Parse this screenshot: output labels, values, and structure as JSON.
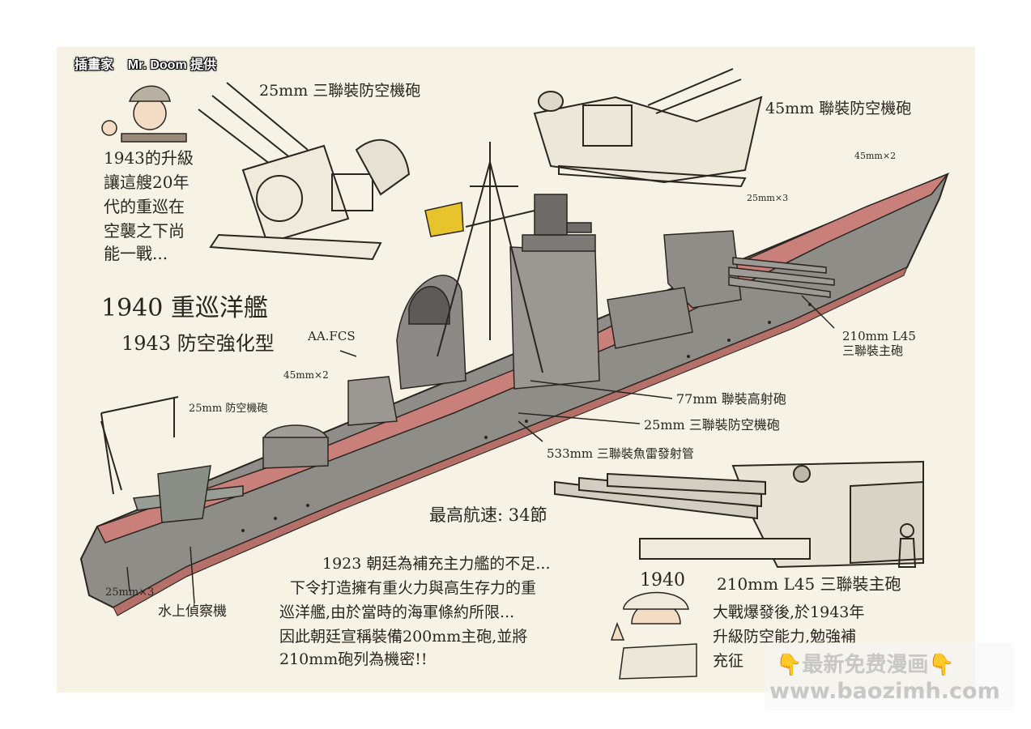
{
  "credit": "插畫家    Mr. Doom 提供",
  "title": {
    "line1": "1940 重巡洋艦",
    "line2": "1943 防空強化型"
  },
  "aa_25mm_heading": "25mm 三聯裝防空機砲",
  "aa_45mm_heading": "45mm 聯裝防空機砲",
  "upgrade_note": [
    "1943的升級",
    "讓這艘20年",
    "代的重巡在",
    "空襲之下尚",
    "能一戰..."
  ],
  "labels": {
    "bow_45mm": "45mm×2",
    "turret_25mm": "25mm×3",
    "aa_fcs": "AA.FCS",
    "mid_45mm": "45mm×2",
    "mid_25mm_aa": "25mm 防空機砲",
    "main_gun": [
      "210mm L45",
      "三聯裝主砲"
    ],
    "gun_77mm": "77mm 聯裝高射砲",
    "aa_25mm_triple": "25mm 三聯裝防空機砲",
    "torpedo": "533mm 三聯裝魚雷發射管",
    "stern_25mm": "25mm×3",
    "seaplane": "水上偵察機",
    "max_speed": "最高航速: 34節"
  },
  "turret_caption": {
    "year": "1940",
    "name": "210mm  L45 三聯裝主砲"
  },
  "history_paragraph": [
    "1923 朝廷為補充主力艦的不足...",
    "下令打造擁有重火力與高生存力的重",
    "巡洋艦,由於當時的海軍條約所限...",
    "因此朝廷宣稱裝備200mm主砲,並將",
    "210mm砲列為機密!!"
  ],
  "postwar_note": [
    "大戰爆發後,於1943年",
    "升級防空能力,勉強補",
    "充征"
  ],
  "watermark": {
    "line1": "最新免费漫画",
    "line2": "www.baozimh.com"
  },
  "colors": {
    "paper": "#f6f2e6",
    "ink": "#2a2520",
    "hull_grey": "#8f8d88",
    "deck_red": "#c97f7a",
    "flag_yellow": "#e7c32c"
  }
}
